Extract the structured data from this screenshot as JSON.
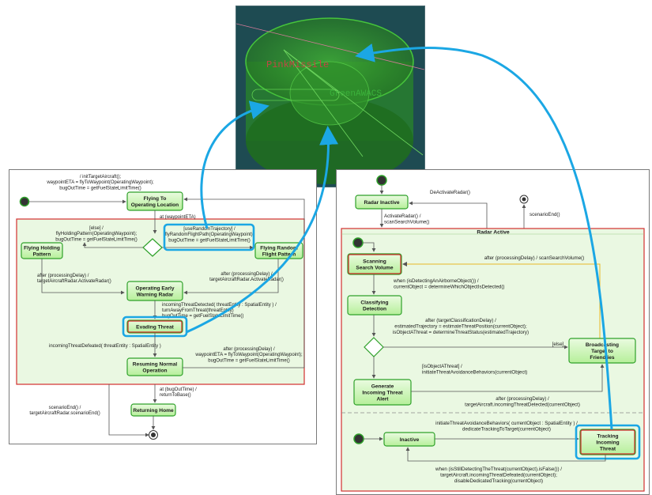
{
  "viewer": {
    "labels": {
      "pink": "PinkMissile",
      "green": "GreenAWACS"
    },
    "colors": {
      "background": "#1d4a50",
      "cylinder": "#2f9a2a",
      "pink_label": "#c04646",
      "green_label": "#3bb23b"
    }
  },
  "left": {
    "initial_note": [
      "/ initTargetAircraft();",
      "waypointETA = flyToWaypoint(OperatingWaypoint);",
      "bugOutTime = getFuelStateLimitTime()"
    ],
    "states": {
      "flying_to": [
        "Flying To",
        "Operating Location"
      ],
      "holding": [
        "Flying Holding",
        "Pattern"
      ],
      "random": [
        "Flying Random",
        "Flight Pattern"
      ],
      "early_warning": [
        "Operating Early",
        "Warning Radar"
      ],
      "evading": [
        "Evading Threat"
      ],
      "resuming": [
        "Resuming Normal",
        "Operation"
      ],
      "returning": [
        "Returning Home"
      ]
    },
    "labels": {
      "at_eta": "at (waypointETA)",
      "else_note": [
        "[else] /",
        "flyHoldingPattern(OperatingWaypoint);",
        "bugOutTime = getFuelStateLimitTime()"
      ],
      "random_note": [
        "[useRandomTrajectory] /",
        "flyRandomFlightPath(OperatingWaypoint);",
        "bugOutTime = getFuelStateLimitTime()"
      ],
      "after_left": [
        "after (processingDelay) /",
        "targetAircraftRadar.ActivateRadar()"
      ],
      "after_right": [
        "after (processingDelay) /",
        "targetAircraftRadar.ActivateRadar()"
      ],
      "incoming_detected": [
        "incomingThreatDetected( threatEntity : SpatialEntity ) /",
        "turnAwayFromThreat(threatEntity)",
        "bugOutTime = getFuelStateLimitTime()"
      ],
      "defeated": "incomingThreatDefeated( threatEntity : SpatialEntity )",
      "after_resume": [
        "after (processingDelay) /",
        "waypointETA = flyToWaypoint(OperatingWaypoint);",
        "bugOutTime = getFuelStateLimitTime()"
      ],
      "bugout": [
        "at (bugOutTime) /",
        "returnToBase()"
      ],
      "scenario_end": [
        "scenarioEnd() /",
        "targetAircraftRadar.scenarioEnd()"
      ]
    }
  },
  "right": {
    "states": {
      "radar_inactive": [
        "Radar Inactive"
      ],
      "radar_active": "Radar Active",
      "scanning": [
        "Scanning",
        "Search Volume"
      ],
      "classifying": [
        "Classifying",
        "Detection"
      ],
      "broadcasting": [
        "Broadcasting",
        "Target to",
        "Friendlies"
      ],
      "generate": [
        "Generate",
        "Incoming Threat",
        "Alert"
      ],
      "inactive": [
        "Inactive"
      ],
      "tracking": [
        "Tracking",
        "Incoming",
        "Threat"
      ]
    },
    "labels": {
      "deactivate": "DeActivateRadar()",
      "activate": [
        "ActivateRadar() /",
        "scanSearchVolume()"
      ],
      "scenario_end": "scenarioEnd()",
      "after_scan": "after (processingDelay) / scanSearchVolume()",
      "when_detecting": [
        "when (isDetectingAnAirborneObject()) /",
        "currentObject = determineWhichObjectIsDetected()"
      ],
      "after_classify": [
        "after (targetClassificationDelay) /",
        "estimatedTrajectory = estimateThreatPosition(currentObject);",
        "isObjectAThreat = determineThreatStatus(estimatedTrajectory)"
      ],
      "else": "[else]",
      "is_threat": [
        "[isObjectAThreat] /",
        "initiateThreatAvoidanceBehaviors(currentObject)"
      ],
      "after_alert": [
        "after (processingDelay) /",
        "targetAircraft.incomingThreatDetected(currentObject)"
      ],
      "initiate": [
        "initiateThreatAvoidanceBehaviors( currentObject : SpatialEntity ) /",
        "dedicateTrackingToTarget(currentObject)"
      ],
      "when_still": [
        "when (isStillDetectingTheThreat(currentObject).isFalse()) /",
        "targetAircraft.incomingThreatDefeated(currentObject);",
        "disableDedicatedTracking(currentObject)"
      ]
    }
  }
}
